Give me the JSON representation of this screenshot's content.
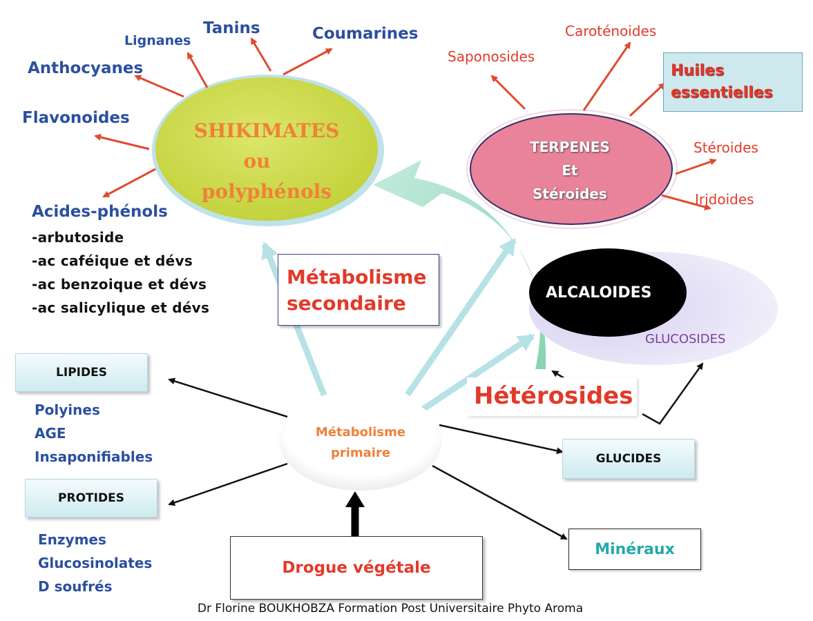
{
  "shikimates": {
    "title_line1": "SHIKIMATES",
    "title_line2": "ou",
    "title_line3": "polyphénols",
    "derived": [
      "Lignanes",
      "Tanins",
      "Coumarines",
      "Anthocyanes",
      "Flavonoides"
    ],
    "acides_phenols": {
      "title": "Acides-phénols",
      "items": [
        "-arbutoside",
        "-ac caféique et dévs",
        "-ac benzoique et dévs",
        "-ac salicylique et dévs"
      ]
    }
  },
  "terpenes": {
    "title_line1": "TERPENES",
    "title_line2": "Et",
    "title_line3": "Stéroides",
    "derived": [
      "Caroténoides",
      "Saponosides",
      "Stéroides",
      "Iridoides"
    ],
    "huiles_line1": "Huiles",
    "huiles_line2": "essentielles"
  },
  "alcaloides": {
    "label": "ALCALOIDES",
    "glucosides": "GLUCOSIDES"
  },
  "metabolisme_secondaire": {
    "line1": "Métabolisme",
    "line2": "secondaire"
  },
  "heterosides": "Hétérosides",
  "metabolisme_primaire": {
    "line1": "Métabolisme",
    "line2": "primaire"
  },
  "lipides": {
    "label": "LIPIDES",
    "items": [
      "Polyines",
      "AGE",
      "Insaponifiables"
    ]
  },
  "protides": {
    "label": "PROTIDES",
    "items": [
      "Enzymes",
      "Glucosinolates",
      "D soufrés"
    ]
  },
  "glucides": "GLUCIDES",
  "mineraux": "Minéraux",
  "drogue": "Drogue végétale",
  "footer": "Dr Florine BOUKHOBZA Formation Post Universitaire Phyto Aroma"
}
